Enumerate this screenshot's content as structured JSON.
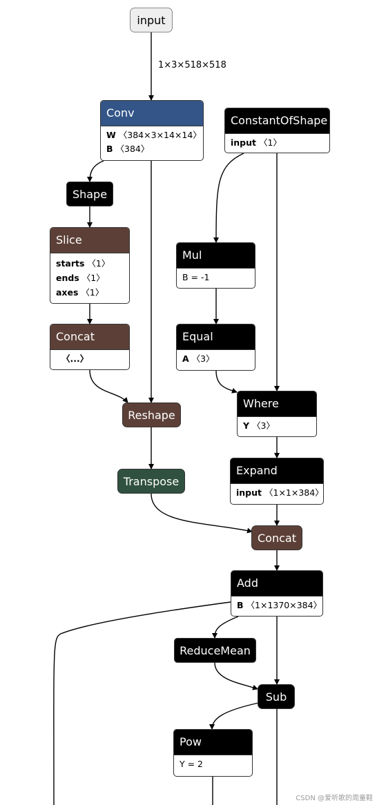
{
  "colors": {
    "input": "#eeeeee",
    "layer": "#335588",
    "shape": "#000000",
    "data": "#5c4037",
    "transform": "#30513f"
  },
  "edge_label": "1×3×518×518",
  "nodes": {
    "input": {
      "label": "input"
    },
    "conv": {
      "label": "Conv",
      "attrs": [
        {
          "k": "W",
          "v": "〈384×3×14×14〉"
        },
        {
          "k": "B",
          "v": "〈384〉"
        }
      ]
    },
    "constantofshape": {
      "label": "ConstantOfShape",
      "attrs": [
        {
          "k": "input",
          "v": "〈1〉"
        }
      ]
    },
    "shape": {
      "label": "Shape"
    },
    "slice": {
      "label": "Slice",
      "attrs": [
        {
          "k": "starts",
          "v": "〈1〉"
        },
        {
          "k": "ends",
          "v": "〈1〉"
        },
        {
          "k": "axes",
          "v": "〈1〉"
        }
      ]
    },
    "mul": {
      "label": "Mul",
      "attrs": [
        {
          "k": "",
          "v": "B = -1"
        }
      ]
    },
    "concat1": {
      "label": "Concat",
      "attrs": [
        {
          "k": "",
          "v": "〈...〉"
        }
      ]
    },
    "equal": {
      "label": "Equal",
      "attrs": [
        {
          "k": "A",
          "v": "〈3〉"
        }
      ]
    },
    "reshape": {
      "label": "Reshape"
    },
    "where": {
      "label": "Where",
      "attrs": [
        {
          "k": "Y",
          "v": "〈3〉"
        }
      ]
    },
    "transpose": {
      "label": "Transpose"
    },
    "expand": {
      "label": "Expand",
      "attrs": [
        {
          "k": "input",
          "v": "〈1×1×384〉"
        }
      ]
    },
    "concat2": {
      "label": "Concat"
    },
    "add": {
      "label": "Add",
      "attrs": [
        {
          "k": "B",
          "v": "〈1×1370×384〉"
        }
      ]
    },
    "reducemean": {
      "label": "ReduceMean"
    },
    "sub": {
      "label": "Sub"
    },
    "pow": {
      "label": "Pow",
      "attrs": [
        {
          "k": "",
          "v": "Y = 2"
        }
      ]
    }
  },
  "footer": "CSDN @爱听歌的周童鞋"
}
